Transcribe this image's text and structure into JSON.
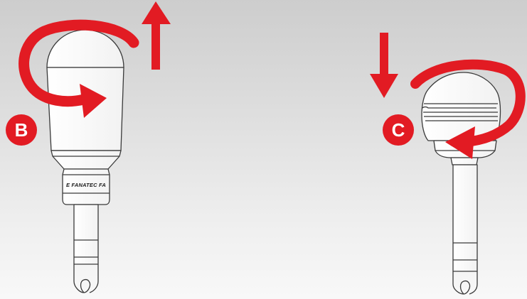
{
  "illustration": {
    "accent_color": "#e21b23",
    "outline_color": "#3a3a3a",
    "left_step": {
      "badge_label": "B",
      "collar_text": "E FANATEC FA",
      "rotation": "counterclockwise-icon",
      "arrow": "arrow-up-icon"
    },
    "right_step": {
      "badge_label": "C",
      "rotation": "clockwise-icon",
      "arrow": "arrow-down-icon"
    }
  }
}
